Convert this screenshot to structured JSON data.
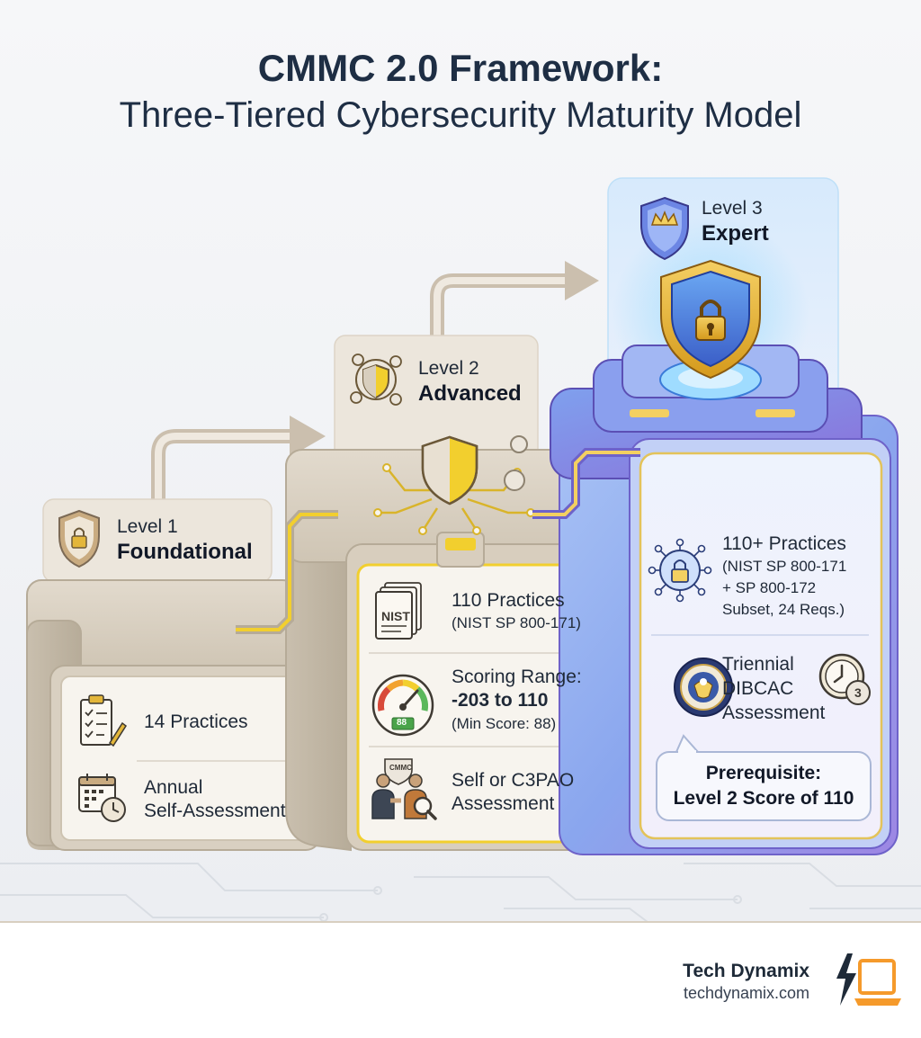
{
  "title": {
    "line1": "CMMC 2.0 Framework:",
    "line2": "Three-Tiered Cybersecurity Maturity Model"
  },
  "levels": [
    {
      "level": "Level 1",
      "name": "Foundational",
      "icon": "lock-shield-icon",
      "items": [
        {
          "icon": "checklist-icon",
          "text": "14 Practices"
        },
        {
          "icon": "calendar-clock-icon",
          "line1": "Annual",
          "line2": "Self-Assessment"
        }
      ]
    },
    {
      "level": "Level 2",
      "name": "Advanced",
      "icon": "gear-shield-icon",
      "items": [
        {
          "icon": "nist-document-icon",
          "badge": "NIST",
          "text": "110 Practices",
          "sub": "(NIST SP 800-171)"
        },
        {
          "icon": "gauge-icon",
          "gauge_readout": "88",
          "line1": "Scoring Range:",
          "line2": "-203 to 110",
          "sub": "(Min Score: 88)"
        },
        {
          "icon": "assessors-icon",
          "badge": "CMMC",
          "line1": "Self or C3PAO",
          "line2": "Assessment"
        }
      ]
    },
    {
      "level": "Level 3",
      "name": "Expert",
      "icon": "crown-shield-icon",
      "items": [
        {
          "icon": "network-lock-icon",
          "text": "110+ Practices",
          "sub_lines": [
            "(NIST SP 800-171",
            "+ SP 800-172",
            "Subset, 24 Reqs.)"
          ]
        },
        {
          "icon": "seal-icon",
          "line1": "Triennial",
          "line2": "DIBCAC",
          "line3": "Assessment",
          "clock_badge": "3"
        }
      ],
      "prerequisite": {
        "line1": "Prerequisite:",
        "line2": "Level 2 Score of 110"
      }
    }
  ],
  "footer": {
    "brand": "Tech Dynamix",
    "url": "techdynamix.com",
    "logo_icon": "bolt-laptop-icon"
  },
  "colors": {
    "beige": "#d8cfc0",
    "yellow_accent": "#f2cf2e",
    "blue_accent": "#6f8fe8",
    "purple_accent": "#9a7ee0",
    "orange_logo": "#f59a2b",
    "title": "#1e2e44"
  }
}
